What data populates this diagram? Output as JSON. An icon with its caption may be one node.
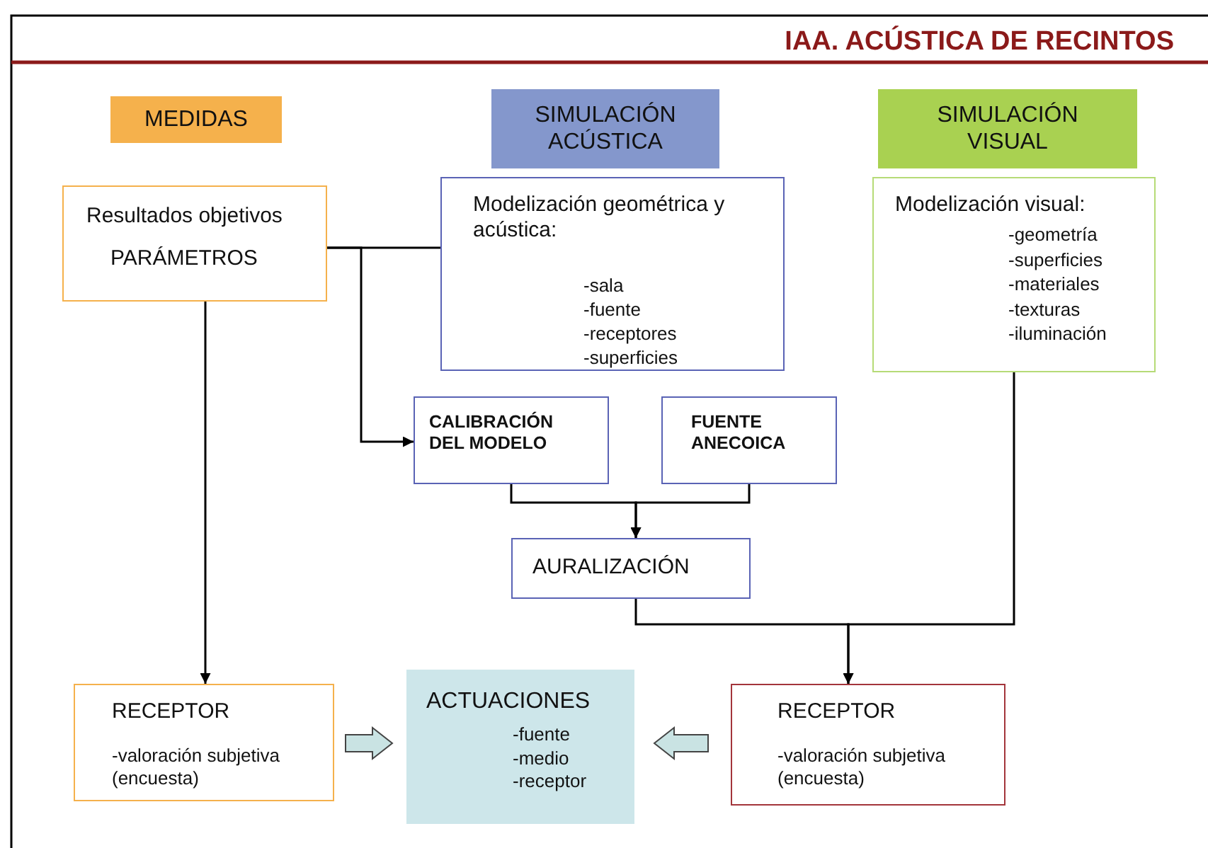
{
  "diagram": {
    "title": "IAA. ACÚSTICA DE RECINTOS",
    "nodes": [
      {
        "text": [
          "MEDIDAS"
        ]
      },
      {
        "text": [
          "SIMULACIÓN ACÚSTICA"
        ]
      },
      {
        "text": [
          "SIMULACIÓN VISUAL"
        ]
      },
      {
        "text": [
          "Resultados objetivos",
          "PARÁMETROS"
        ]
      },
      {
        "text": [
          "Modelización geométrica y acústica:",
          "-sala",
          "-fuente",
          "-receptores",
          "-superficies"
        ]
      },
      {
        "text": [
          "Modelización visual:",
          "-geometría",
          "-superficies",
          "-materiales",
          "-texturas",
          "-iluminación"
        ]
      },
      {
        "text": [
          "CALIBRACIÓN DEL MODELO"
        ]
      },
      {
        "text": [
          "FUENTE ANECOICA"
        ]
      },
      {
        "text": [
          "AURALIZACIÓN"
        ]
      },
      {
        "text": [
          "RECEPTOR",
          "-valoración subjetiva (encuesta)"
        ]
      },
      {
        "text": [
          "ACTUACIONES",
          "-fuente",
          "-medio",
          "-receptor"
        ]
      },
      {
        "text": [
          "RECEPTOR",
          "-valoración subjetiva (encuesta)"
        ]
      }
    ],
    "edges": [
      {
        "from": 3,
        "to": 4,
        "arrow": "none"
      },
      {
        "from": 3,
        "to": 6,
        "arrow": "to"
      },
      {
        "from": 3,
        "to": 9,
        "arrow": "to"
      },
      {
        "from": 6,
        "to": 8,
        "arrow": "to"
      },
      {
        "from": 7,
        "to": 8,
        "arrow": "to"
      },
      {
        "from": 8,
        "to": 11,
        "arrow": "to"
      },
      {
        "from": 5,
        "to": 11,
        "arrow": "to"
      },
      {
        "from": 9,
        "to": 10,
        "arrow": "to",
        "style": "thick"
      },
      {
        "from": 11,
        "to": 10,
        "arrow": "to",
        "style": "thick"
      }
    ]
  }
}
